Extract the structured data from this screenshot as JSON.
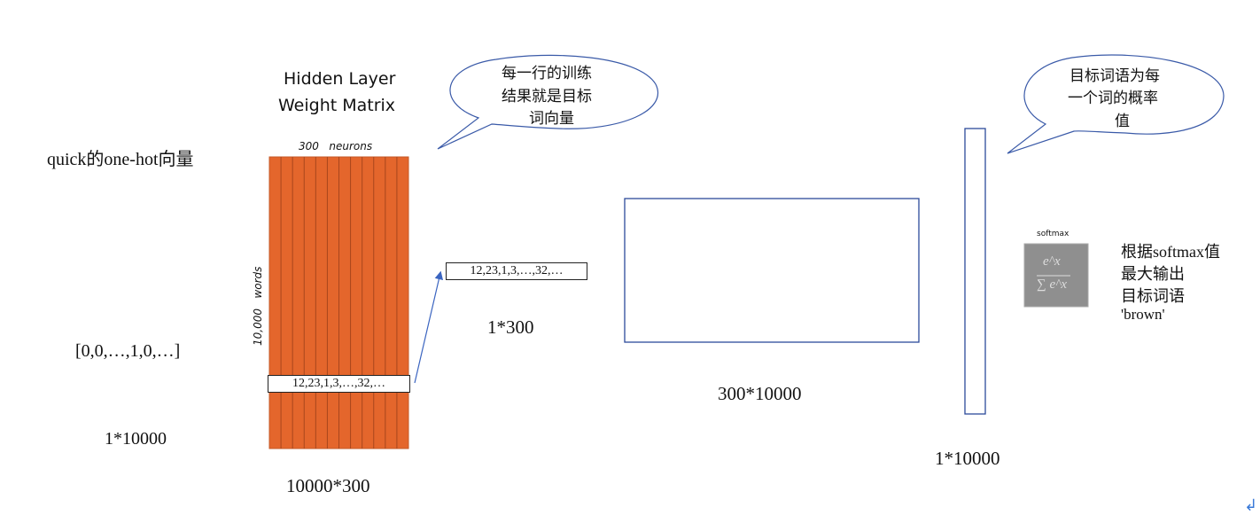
{
  "input": {
    "title": "quick的one-hot向量",
    "vector": "[0,0,…,1,0,…]",
    "dims": "1*10000"
  },
  "hidden": {
    "title_line1": "Hidden Layer",
    "title_line2": "Weight Matrix",
    "top_label": "300   neurons",
    "side_label": "10,000   words",
    "row_values": "12,23,1,3,…,32,…",
    "dims": "10000*300",
    "fill_color": "#E4662C"
  },
  "bubble1": {
    "line1": "每一行的训练",
    "line2": "结果就是目标",
    "line3": "词向量"
  },
  "word_vector": {
    "values": "12,23,1,3,…,32,…",
    "dims": "1*300"
  },
  "output_matrix": {
    "dims": "300*10000"
  },
  "output_vector": {
    "dims": "1*10000"
  },
  "bubble2": {
    "line1": "目标词语为每",
    "line2": "一个词的概率",
    "line3": "值"
  },
  "softmax": {
    "label": "softmax",
    "formula_num": "e^x",
    "formula_den": "∑ e^x"
  },
  "result": {
    "line1": "根据softmax值",
    "line2": "最大输出",
    "line3": "目标词语",
    "line4": "'brown'"
  },
  "corner_mark": "↲"
}
